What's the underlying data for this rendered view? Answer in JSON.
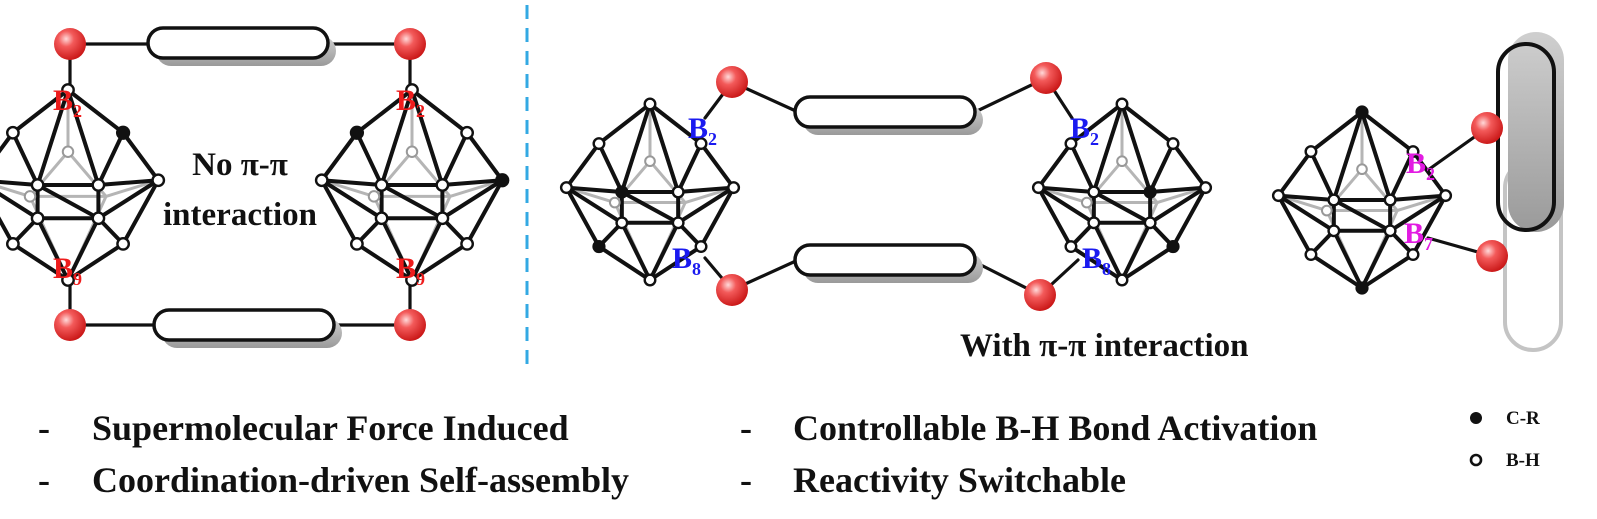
{
  "colors": {
    "red_atom": "#f13a3a",
    "blue_label": "#1a1af0",
    "red_label": "#ee1c1c",
    "magenta_label": "#e21be2",
    "divider": "#33a9e3"
  },
  "left": {
    "caption_line1": "No π-π",
    "caption_line2": "interaction",
    "cage_a": {
      "top_label": "B",
      "top_sub": "2",
      "bottom_label": "B",
      "bottom_sub": "9"
    },
    "cage_b": {
      "top_label": "B",
      "top_sub": "2",
      "bottom_label": "B",
      "bottom_sub": "9"
    }
  },
  "middle": {
    "caption": "With π-π interaction",
    "cage_a": {
      "top_label": "B",
      "top_sub": "2",
      "bottom_label": "B",
      "bottom_sub": "8"
    },
    "cage_b": {
      "top_label": "B",
      "top_sub": "2",
      "bottom_label": "B",
      "bottom_sub": "8"
    }
  },
  "right": {
    "cage": {
      "top_label": "B",
      "top_sub": "2",
      "bottom_label": "B",
      "bottom_sub": "7"
    }
  },
  "bullets": [
    {
      "dash": "-",
      "text": "Supermolecular Force Induced"
    },
    {
      "dash": "-",
      "text": "Coordination-driven Self-assembly"
    },
    {
      "dash": "-",
      "text": "Controllable B-H Bond Activation"
    },
    {
      "dash": "-",
      "text": "Reactivity Switchable"
    }
  ],
  "legend": [
    {
      "symbol": "filled-circle",
      "label": "C-R"
    },
    {
      "symbol": "open-circle",
      "label": "B-H"
    }
  ]
}
